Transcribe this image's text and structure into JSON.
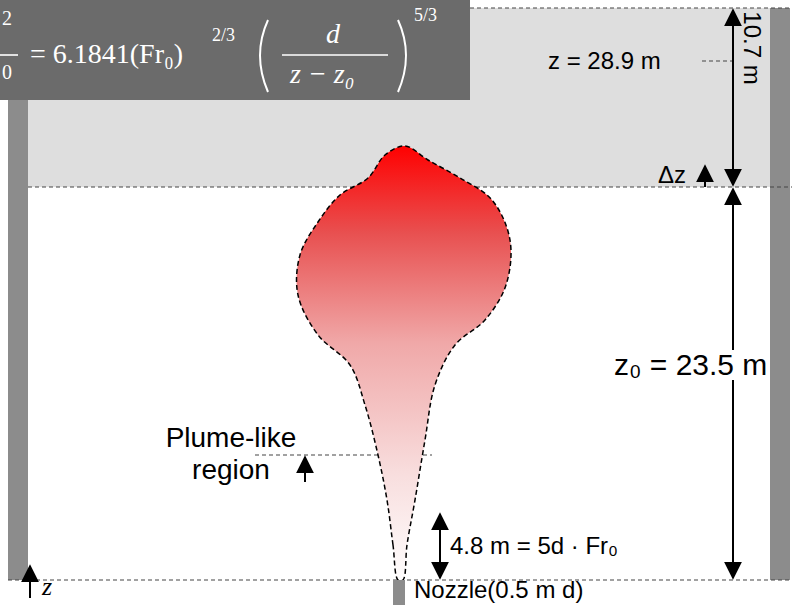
{
  "diagram": {
    "labels": [
      "2",
      "0",
      "= 6.1841(Fr₀)",
      "2/3",
      "d",
      "z − z₀",
      "5/3",
      "z = 28.9 m",
      "10.7 m",
      "Δz",
      "z₀ = 23.5 m",
      "Plume-like region",
      "4.8 m = 5d · Fr₀",
      "z",
      "Nozzle(0.5 m d)"
    ]
  }
}
